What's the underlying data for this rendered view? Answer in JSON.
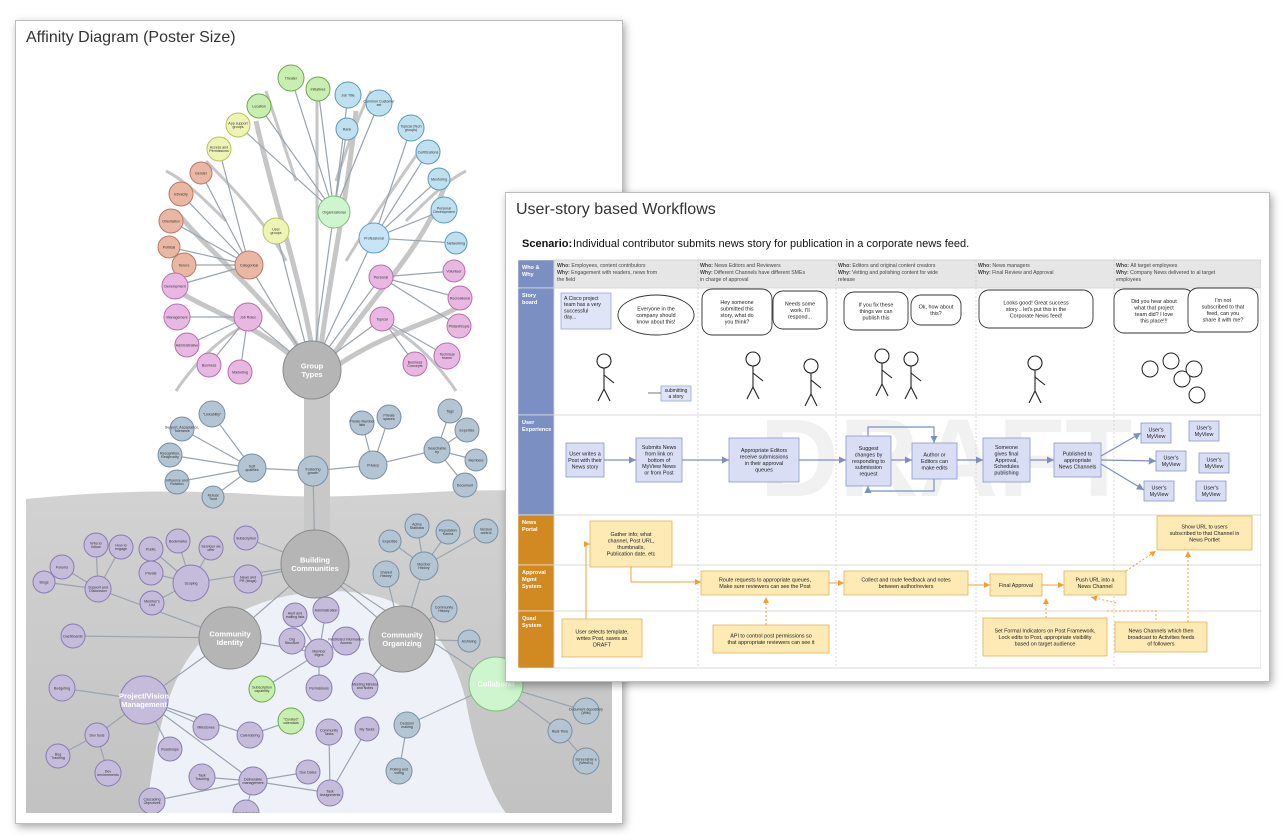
{
  "affinity": {
    "title": "Affinity Diagram (Poster Size)",
    "nodes": [
      {
        "id": "theater",
        "label": "Theater",
        "color": "green"
      },
      {
        "id": "initiatives",
        "label": "Initiatives",
        "color": "green"
      },
      {
        "id": "job-title",
        "label": "Job Title",
        "color": "teal"
      },
      {
        "id": "common-customer",
        "label": "Common Customer set",
        "color": "teal"
      },
      {
        "id": "location",
        "label": "Location",
        "color": "green"
      },
      {
        "id": "rank",
        "label": "Rank",
        "color": "teal"
      },
      {
        "id": "topical-tech",
        "label": "Topical (Tech groups)",
        "color": "teal"
      },
      {
        "id": "app-support",
        "label": "App support groups",
        "color": "yellow"
      },
      {
        "id": "certifications",
        "label": "Certifications",
        "color": "teal"
      },
      {
        "id": "access-perm",
        "label": "Access and Permissions",
        "color": "yellow"
      },
      {
        "id": "gender",
        "label": "Gender",
        "color": "orange"
      },
      {
        "id": "mentoring",
        "label": "Mentoring",
        "color": "teal"
      },
      {
        "id": "ethnicity",
        "label": "Ethnicity",
        "color": "orange"
      },
      {
        "id": "organizational",
        "label": "Organizational",
        "color": "lightgreen"
      },
      {
        "id": "personal-dev",
        "label": "Personal Development",
        "color": "teal"
      },
      {
        "id": "orientation",
        "label": "Orientation",
        "color": "orange"
      },
      {
        "id": "networking",
        "label": "Networking",
        "color": "teal"
      },
      {
        "id": "user-groups",
        "label": "User groups",
        "color": "yellow"
      },
      {
        "id": "professional",
        "label": "Professional",
        "color": "blue"
      },
      {
        "id": "political",
        "label": "Political",
        "color": "orange"
      },
      {
        "id": "volunteer",
        "label": "Volunteer",
        "color": "pink"
      },
      {
        "id": "tenure",
        "label": "Tenure",
        "color": "orange"
      },
      {
        "id": "categorical",
        "label": "Categorical",
        "color": "orange"
      },
      {
        "id": "development",
        "label": "Development",
        "color": "pink"
      },
      {
        "id": "personal",
        "label": "Personal",
        "color": "pink"
      },
      {
        "id": "recreational",
        "label": "Recreational",
        "color": "pink"
      },
      {
        "id": "management",
        "label": "Management",
        "color": "pink"
      },
      {
        "id": "job-roles",
        "label": "Job Roles",
        "color": "pink"
      },
      {
        "id": "philanthropic",
        "label": "Philanthropic",
        "color": "pink"
      },
      {
        "id": "topical",
        "label": "Topical",
        "color": "pink"
      },
      {
        "id": "administrative",
        "label": "Administrative",
        "color": "pink"
      },
      {
        "id": "technical-teams",
        "label": "Technical teams",
        "color": "pink"
      },
      {
        "id": "business",
        "label": "Business",
        "color": "pink"
      },
      {
        "id": "marketing",
        "label": "Marketing",
        "color": "pink"
      },
      {
        "id": "business-concepts",
        "label": "Business Concepts",
        "color": "pink"
      },
      {
        "id": "group-types",
        "label": "Group Types",
        "color": "gray"
      },
      {
        "id": "linkability",
        "label": "\"Linkability\"",
        "color": "slate"
      },
      {
        "id": "tags",
        "label": "Tags",
        "color": "slate"
      },
      {
        "id": "support-tolerance",
        "label": "Support, Acceptance, Tolerance",
        "color": "slate"
      },
      {
        "id": "private-member-lists",
        "label": "Private Member lists",
        "color": "slate"
      },
      {
        "id": "private-spaces",
        "label": "Private spaces",
        "color": "slate"
      },
      {
        "id": "expertise-t",
        "label": "Expertise",
        "color": "slate"
      },
      {
        "id": "recognition",
        "label": "Recognition, Reciprocity",
        "color": "slate"
      },
      {
        "id": "searchable",
        "label": "Searchable by",
        "color": "slate"
      },
      {
        "id": "members",
        "label": "Members",
        "color": "slate"
      },
      {
        "id": "soft-qualities",
        "label": "Soft qualities",
        "color": "slate"
      },
      {
        "id": "fostering-growth",
        "label": "Fostering growth",
        "color": "slate"
      },
      {
        "id": "privacy",
        "label": "Privacy",
        "color": "slate"
      },
      {
        "id": "document",
        "label": "Document",
        "color": "slate"
      },
      {
        "id": "influence",
        "label": "Influence and Rotation",
        "color": "slate"
      },
      {
        "id": "mutual-trust",
        "label": "Mutual Trust",
        "color": "slate"
      },
      {
        "id": "who-to-follow",
        "label": "Who to follow",
        "color": "purple"
      },
      {
        "id": "how-to-engage",
        "label": "How to engage",
        "color": "purple"
      },
      {
        "id": "forums",
        "label": "Forums",
        "color": "purple"
      },
      {
        "id": "blogs",
        "label": "Blogs",
        "color": "purple"
      },
      {
        "id": "support-discussion",
        "label": "Support and Discussion",
        "color": "purple"
      },
      {
        "id": "bookmarks",
        "label": "Bookmarks",
        "color": "purple"
      },
      {
        "id": "public",
        "label": "Public",
        "color": "purple"
      },
      {
        "id": "services-offer",
        "label": "Services we offer",
        "color": "purple"
      },
      {
        "id": "subscription",
        "label": "Subscription",
        "color": "purple"
      },
      {
        "id": "private",
        "label": "Private",
        "color": "purple"
      },
      {
        "id": "scoping",
        "label": "Scoping",
        "color": "purple"
      },
      {
        "id": "news-pr",
        "label": "News and PR (blogs)",
        "color": "purple"
      },
      {
        "id": "members-list",
        "label": "Member's List",
        "color": "purple"
      },
      {
        "id": "building-communities",
        "label": "Building Communities",
        "color": "gray"
      },
      {
        "id": "dashboards",
        "label": "Dashboards",
        "color": "purple"
      },
      {
        "id": "community-identity",
        "label": "Community Identity",
        "color": "gray"
      },
      {
        "id": "alert-mailing",
        "label": "Alert and mailing lists",
        "color": "purple"
      },
      {
        "id": "administration",
        "label": "Administration",
        "color": "purple"
      },
      {
        "id": "org-structure",
        "label": "Org Structure",
        "color": "purple"
      },
      {
        "id": "restricted-info",
        "label": "Restricted Information Access",
        "color": "purple"
      },
      {
        "id": "member-mgmt",
        "label": "Member Mgmt",
        "color": "purple"
      },
      {
        "id": "community-organizing",
        "label": "Community Organizing",
        "color": "gray"
      },
      {
        "id": "expertise-b",
        "label": "Expertise",
        "color": "slate"
      },
      {
        "id": "active-statistics",
        "label": "Active Statistics",
        "color": "slate"
      },
      {
        "id": "reputation-karma",
        "label": "Reputation Karma",
        "color": "slate"
      },
      {
        "id": "member-history",
        "label": "Member History",
        "color": "slate"
      },
      {
        "id": "version-control",
        "label": "Version control",
        "color": "slate"
      },
      {
        "id": "shared-history",
        "label": "Shared History",
        "color": "slate"
      },
      {
        "id": "community-history",
        "label": "Community History",
        "color": "slate"
      },
      {
        "id": "archiving",
        "label": "Archiving",
        "color": "slate"
      },
      {
        "id": "collaboration",
        "label": "Collaborat",
        "color": "lightgreen"
      },
      {
        "id": "budgeting",
        "label": "Budgeting",
        "color": "purple"
      },
      {
        "id": "project-vision",
        "label": "Project/Vision Management",
        "color": "purple"
      },
      {
        "id": "subscription-capability",
        "label": "Subscription capability",
        "color": "green"
      },
      {
        "id": "permissions",
        "label": "Permissions",
        "color": "purple"
      },
      {
        "id": "meeting-minutes",
        "label": "Meeting Minutes and Notes",
        "color": "purple"
      },
      {
        "id": "curated-calendars",
        "label": "\"Curated\" calendars",
        "color": "green"
      },
      {
        "id": "dev-tools",
        "label": "Dev tools",
        "color": "purple"
      },
      {
        "id": "milestones",
        "label": "Milestones",
        "color": "purple"
      },
      {
        "id": "calendaring",
        "label": "Calendaring",
        "color": "purple"
      },
      {
        "id": "community-tasks",
        "label": "Community Tasks",
        "color": "purple"
      },
      {
        "id": "my-tasks",
        "label": "My Tasks",
        "color": "purple"
      },
      {
        "id": "decision-making",
        "label": "Decision making",
        "color": "slate"
      },
      {
        "id": "bug-tracking",
        "label": "Bug Tracking",
        "color": "purple"
      },
      {
        "id": "roadmaps",
        "label": "Roadmaps",
        "color": "purple"
      },
      {
        "id": "due-dates",
        "label": "Due Dates",
        "color": "purple"
      },
      {
        "id": "polling-voting",
        "label": "Polling and voting",
        "color": "slate"
      },
      {
        "id": "dev-environments",
        "label": "Dev environments",
        "color": "purple"
      },
      {
        "id": "task-tracking",
        "label": "Task Tracking",
        "color": "purple"
      },
      {
        "id": "deliverable-mgmt",
        "label": "Deliverable management",
        "color": "purple"
      },
      {
        "id": "task-assignments",
        "label": "Task Assignments",
        "color": "purple"
      },
      {
        "id": "real-time",
        "label": "Real Time",
        "color": "slate"
      },
      {
        "id": "cascading-objectives",
        "label": "Cascading Objectives",
        "color": "purple"
      },
      {
        "id": "dependencies",
        "label": "Dependencies",
        "color": "purple"
      },
      {
        "id": "screenshot-webex",
        "label": "Screenshar e (WebEx)",
        "color": "slate"
      },
      {
        "id": "document-repo",
        "label": "Document depository (Wiki)",
        "color": "slate"
      }
    ]
  },
  "workflow": {
    "title": "User-story based Workflows",
    "scenario_label": "Scenario:",
    "scenario_text": "Individual contributor submits news story for publication in a corporate news feed.",
    "watermark": "DRAFT",
    "row_labels": {
      "who_why": [
        "Who &",
        "Why"
      ],
      "storyboard": [
        "Story",
        "board"
      ],
      "user_experience": [
        "User",
        "Experience"
      ],
      "news_portal": [
        "News",
        "Portal"
      ],
      "approval": [
        "Approval",
        "Mgmt",
        "System"
      ],
      "quad": [
        "Quad",
        "System"
      ]
    },
    "who_label": "Who:",
    "why_label": "Why:",
    "columns": [
      {
        "who": "Employees, content contributors",
        "why": [
          "Engagement with readers, news from",
          "the field"
        ]
      },
      {
        "who": "News Editors and Reviewers",
        "why": [
          "Different Channels have different SMEs",
          "in charge of approval"
        ]
      },
      {
        "who": "Editors and original content creators",
        "why": [
          "Vetting and polishing content for wide",
          "release"
        ]
      },
      {
        "who": "News managers",
        "why": [
          "Final Review and Approval"
        ]
      },
      {
        "who": "All target employees",
        "why": [
          "Company News delivered to al target",
          "employees"
        ]
      }
    ],
    "storyboard": {
      "caption1": [
        "A Cisco project",
        "team has a very",
        "successful",
        "day..."
      ],
      "bubble1": [
        "Everyone in the",
        "company should",
        "know about this!"
      ],
      "submitting": [
        "submitting",
        "a story"
      ],
      "bubble2": [
        "Hey someone",
        "submitted this",
        "story, what do",
        "you think?"
      ],
      "bubble3": [
        "Needs some",
        "work. I'll",
        "respond..."
      ],
      "bubble4": [
        "If you fix these",
        "things we can",
        "publish this"
      ],
      "bubble5": [
        "Ok, how about",
        "this?"
      ],
      "bubble6": [
        "Looks good!  Great success",
        "story... let's put this in the",
        "Corporate News feed!"
      ],
      "bubble7": [
        "Did you hear about",
        "what that project",
        "team did? I love",
        "this place!!!"
      ],
      "bubble8": [
        "I'm not",
        "subscribed to that",
        "feed, can you",
        "share it with me?"
      ]
    },
    "ux_steps": {
      "step1": [
        "User writes a",
        "Post with their",
        "News story"
      ],
      "step2": [
        "Submits News",
        "from link on",
        "bottom of",
        "MyView News",
        "or from Post"
      ],
      "step3": [
        "Appropriate Editors",
        "receive submissions",
        "in their approval",
        "queues"
      ],
      "step4": [
        "Suggest",
        "changes by",
        "responding to",
        "submission",
        "request"
      ],
      "step5": [
        "Author or",
        "Editors can",
        "make edits"
      ],
      "step6": [
        "Someone",
        "gives final",
        "Approval,",
        "Schedules",
        "publishing"
      ],
      "step7": [
        "Published to",
        "appropriate",
        "News Channels"
      ],
      "myview": [
        "User's",
        "MyView"
      ]
    },
    "system_boxes": {
      "gather": [
        "Gather info; what",
        "channel, Post URL,",
        "thumbnails,",
        "Publication date, etc"
      ],
      "show_url": [
        "Show URL to users",
        "subscribed to that Channel in",
        "News Portlet"
      ],
      "route": [
        "Route requests to appropriate queues,",
        "Make sure reviewers can see the Post"
      ],
      "collect": [
        "Collect and route feedback and notes",
        "between author/reviers"
      ],
      "final_approval": [
        "Final Approval"
      ],
      "push_url": [
        "Push URL into a",
        "News Channel"
      ],
      "select_template": [
        "User selects template,",
        "writes Post, saves as",
        "DRAFT"
      ],
      "api": [
        "API to control post permissions so",
        "that appropriate reviewers can see it"
      ],
      "formal": [
        "Set Formal Indicators on Post Framework,",
        "Lock edits to Post, appropriate visibility",
        "based on target audience"
      ],
      "broadcast": [
        "News Channels which then",
        "broadcast to Activities feeds",
        "of followers"
      ]
    },
    "colors": {
      "row_blue": "#7b8fc2",
      "row_orange": "#d18a22",
      "ux_box": "#d9def5",
      "sys_box": "#fdeab5",
      "sys_line": "#f0a030"
    }
  }
}
